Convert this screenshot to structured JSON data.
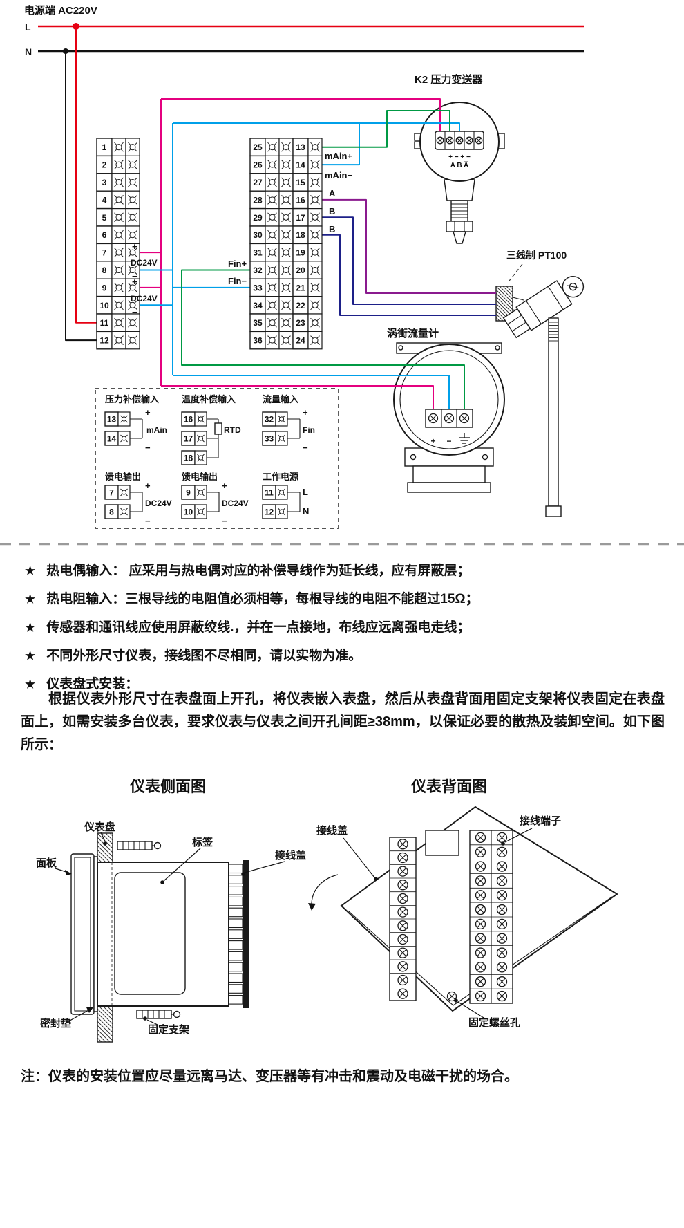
{
  "wiring": {
    "power_label": "电源端 AC220V",
    "l": "L",
    "n": "N",
    "k2_label": "K2 压力变送器",
    "k2_row1": "+ − + −",
    "k2_row2": "A B A̅",
    "pt100_label": "三线制 PT100",
    "vortex_label": "涡街流量计",
    "left_terminals": [
      "1",
      "2",
      "3",
      "4",
      "5",
      "6",
      "7",
      "8",
      "9",
      "10",
      "11",
      "12"
    ],
    "mid_terminals": [
      "25",
      "26",
      "27",
      "28",
      "29",
      "30",
      "31",
      "32",
      "33",
      "34",
      "35",
      "36"
    ],
    "right_terminals": [
      "13",
      "14",
      "15",
      "16",
      "17",
      "18",
      "19",
      "20",
      "21",
      "22",
      "23",
      "24"
    ],
    "labels": {
      "main_plus": "mAin+",
      "main_minus": "mAin−",
      "rtd_a": "A",
      "rtd_b1": "B",
      "rtd_b2": "B",
      "fin_plus": "Fin+",
      "fin_minus": "Fin−",
      "plus": "+",
      "minus": "−",
      "dc24v": "DC24V"
    },
    "detail": {
      "pressure": {
        "title": "压力补偿输入",
        "terminals": [
          "13",
          "14"
        ],
        "plus": "+",
        "minus": "−",
        "signal": "mAin"
      },
      "temperature": {
        "title": "温度补偿输入",
        "terminals": [
          "16",
          "17",
          "18"
        ],
        "signal": "RTD"
      },
      "flow": {
        "title": "流量输入",
        "terminals": [
          "32",
          "33"
        ],
        "plus": "+",
        "minus": "−",
        "signal": "Fin"
      },
      "feed1": {
        "title": "馈电输出",
        "terminals": [
          "7",
          "8"
        ],
        "plus": "+",
        "minus": "−",
        "signal": "DC24V"
      },
      "feed2": {
        "title": "馈电输出",
        "terminals": [
          "9",
          "10"
        ],
        "plus": "+",
        "minus": "−",
        "signal": "DC24V"
      },
      "power": {
        "title": "工作电源",
        "terminals": [
          "11",
          "12"
        ],
        "l": "L",
        "n": "N"
      }
    },
    "colors": {
      "red": "#e60012",
      "black": "#111111",
      "pink": "#e4007f",
      "cyan": "#00a0e9",
      "green": "#009944",
      "purple": "#8a1a8e",
      "navy": "#1d2088"
    }
  },
  "notes": [
    {
      "star": "★",
      "text": "热电偶输入： 应采用与热电偶对应的补偿导线作为延长线，应有屏蔽层；"
    },
    {
      "star": "★",
      "text": "热电阻输入：三根导线的电阻值必须相等，每根导线的电阻不能超过15Ω；"
    },
    {
      "star": "★",
      "text": "传感器和通讯线应使用屏蔽绞线.，并在一点接地，布线应远离强电走线；"
    },
    {
      "star": "★",
      "text": "不同外形尺寸仪表，接线图不尽相同，请以实物为准。"
    },
    {
      "star": "★",
      "text": "仪表盘式安装："
    }
  ],
  "install_paragraph": "根据仪表外形尺寸在表盘面上开孔，将仪表嵌入表盘，然后从表盘背面用固定支架将仪表固定在表盘面上，如需安装多台仪表，要求仪表与仪表之间开孔间距≥38mm，以保证必要的散热及装卸空间。如下图所示：",
  "side_view": {
    "title": "仪表侧面图",
    "labels": {
      "panel_board": "仪表盘",
      "front_panel": "面板",
      "tag": "标签",
      "wire_cover": "接线盖",
      "gasket": "密封垫",
      "bracket": "固定支架"
    }
  },
  "back_view": {
    "title": "仪表背面图",
    "labels": {
      "wire_cover": "接线盖",
      "terminals": "接线端子",
      "screw_holes": "固定螺丝孔"
    }
  },
  "bottom_note": "注：仪表的安装位置应尽量远离马达、变压器等有冲击和震动及电磁干扰的场合。"
}
